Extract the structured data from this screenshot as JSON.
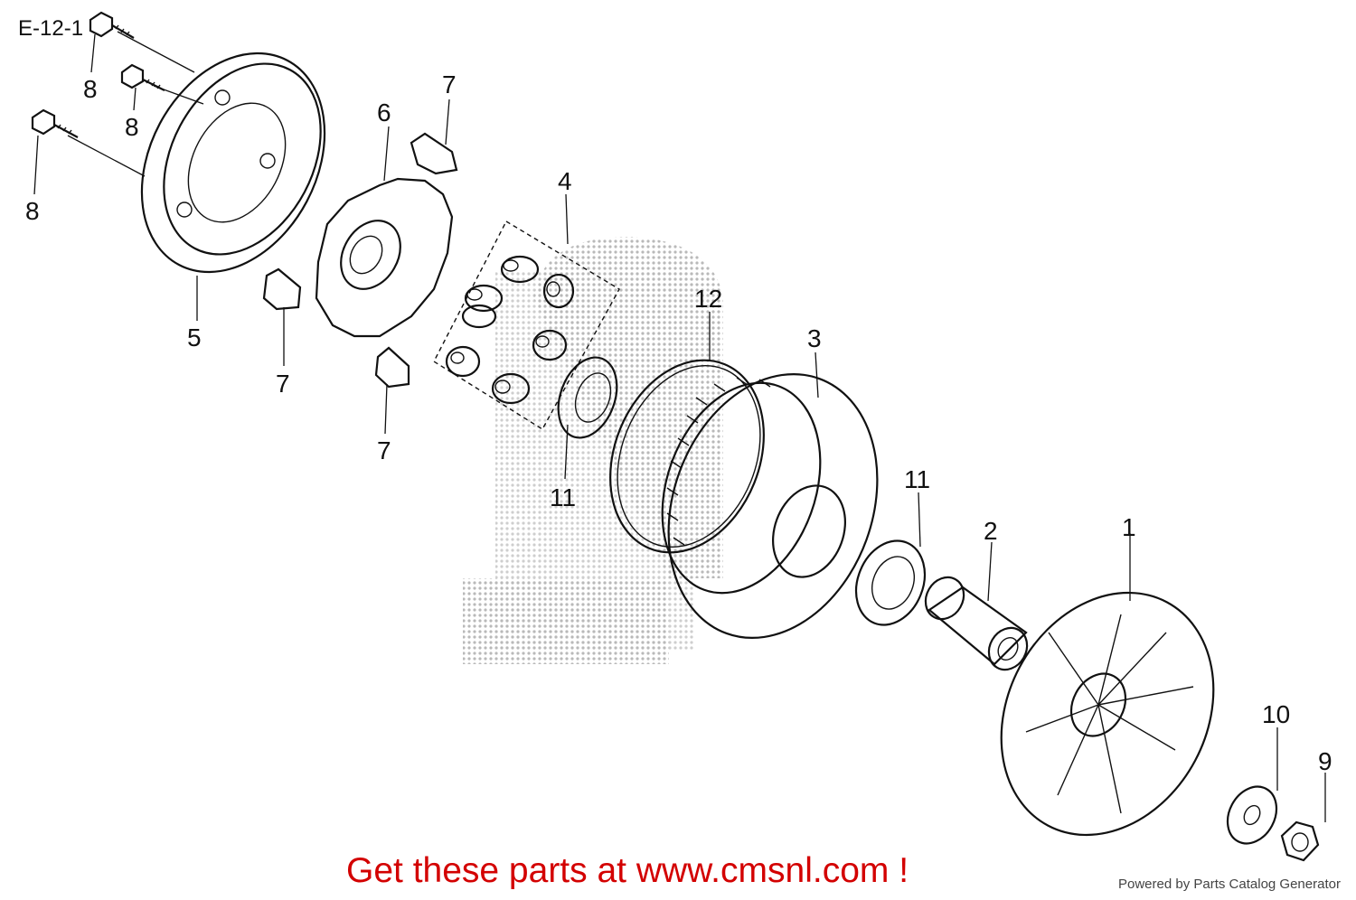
{
  "diagram": {
    "code": "E-12-1",
    "callouts": [
      "8",
      "8",
      "8",
      "6",
      "7",
      "4",
      "5",
      "7",
      "7",
      "12",
      "3",
      "11",
      "11",
      "2",
      "1",
      "10",
      "9"
    ],
    "watermark_color": "#b9b9b9"
  },
  "footer": {
    "cta": "Get these parts at www.cmsnl.com !",
    "cta_color": "#d30000",
    "powered_by": "Powered by Parts Catalog Generator"
  }
}
